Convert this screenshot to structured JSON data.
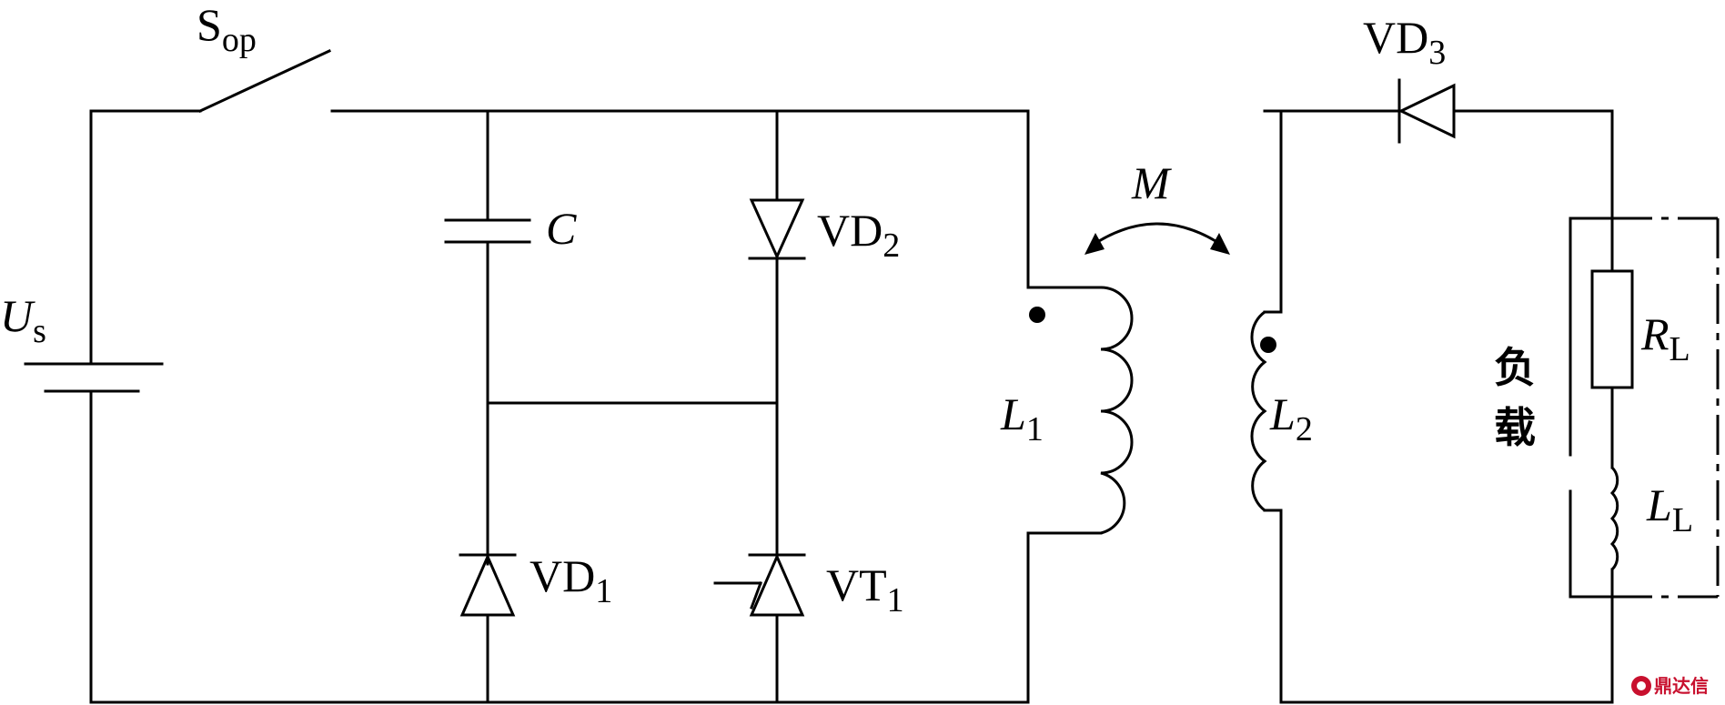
{
  "labels": {
    "switch_main": "S",
    "switch_sub": "op",
    "source_main": "U",
    "source_sub": "s",
    "capacitor": "C",
    "vd2_main": "VD",
    "vd2_sub": "2",
    "vd1_main": "VD",
    "vd1_sub": "1",
    "vt1_main": "VT",
    "vt1_sub": "1",
    "mutual": "M",
    "l1_main": "L",
    "l1_sub": "1",
    "l2_main": "L",
    "l2_sub": "2",
    "vd3_main": "VD",
    "vd3_sub": "3",
    "rl_main": "R",
    "rl_sub": "L",
    "ll_main": "L",
    "ll_sub": "L",
    "load_char1": "负",
    "load_char2": "载"
  },
  "watermark": {
    "text": "鼎达信",
    "color": "#c8102e"
  }
}
